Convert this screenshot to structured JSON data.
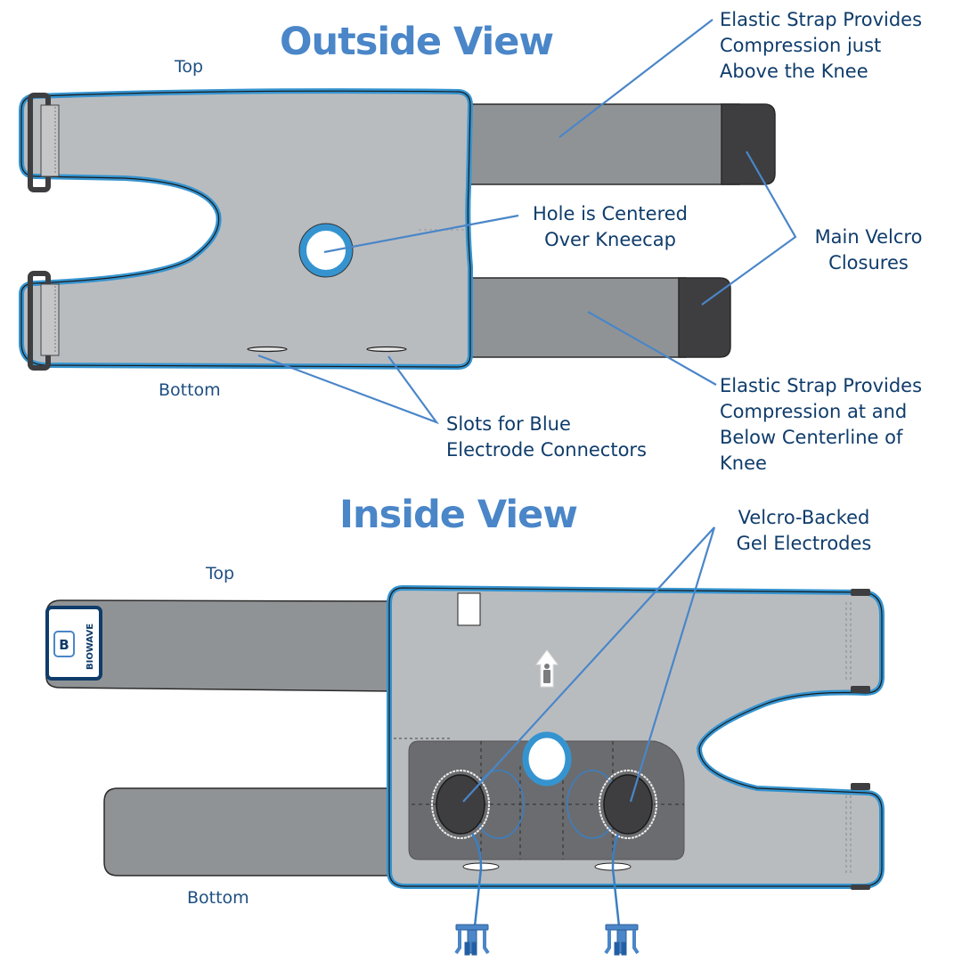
{
  "outside_view": {
    "title": "Outside View",
    "side_top": "Top",
    "side_bottom": "Bottom",
    "callouts": {
      "upper_strap": "Elastic Strap Provides\nCompression just\nAbove the Knee",
      "hole": "Hole is Centered\nOver Kneecap",
      "velcro": "Main Velcro\nClosures",
      "lower_strap": "Elastic Strap Provides\nCompression at and\nBelow Centerline of\nKnee",
      "slots": "Slots for Blue\nElectrode Connectors"
    }
  },
  "inside_view": {
    "title": "Inside View",
    "side_top": "Top",
    "side_bottom": "Bottom",
    "callouts": {
      "electrodes": "Velcro-Backed\nGel Electrodes"
    },
    "logo": {
      "letter": "B",
      "wordmark": "BIOWAVE"
    }
  },
  "colors": {
    "title_blue": "#4a86c8",
    "label_navy": "#0f3c6b",
    "trim_blue": "#3594d0",
    "leader_blue": "#4a86c8",
    "fabric_light": "#b9bcbf",
    "strap_gray": "#909395",
    "velcro_dark": "#3e3e40",
    "pad_gray": "#6b6c6f"
  }
}
